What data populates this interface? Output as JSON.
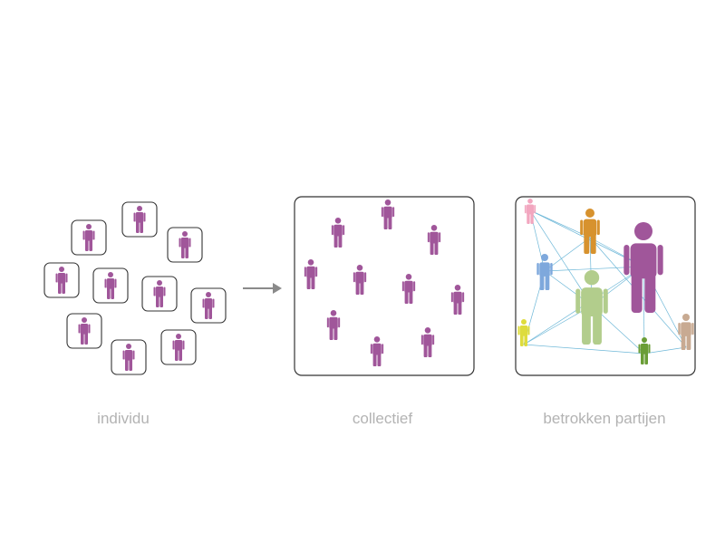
{
  "captions": {
    "individual": "individu",
    "collective": "collectief",
    "stakeholders": "betrokken partijen"
  },
  "colors": {
    "person_primary": "#a0569a",
    "arrow": "#8a8a8a",
    "frame": "#333333",
    "caption": "#b3b3b3",
    "connection_line": "#6fb8d8",
    "stakeholder_pink": "#f2a6bf",
    "stakeholder_orange": "#d7922e",
    "stakeholder_purple": "#a0569a",
    "stakeholder_blue": "#7ea8dc",
    "stakeholder_green_light": "#b2cd8c",
    "stakeholder_yellow": "#dedc3c",
    "stakeholder_green_dark": "#6a9d36",
    "stakeholder_tan": "#c8aa92"
  },
  "icons": {
    "person": "person-icon",
    "arrow": "arrow-right-icon"
  }
}
